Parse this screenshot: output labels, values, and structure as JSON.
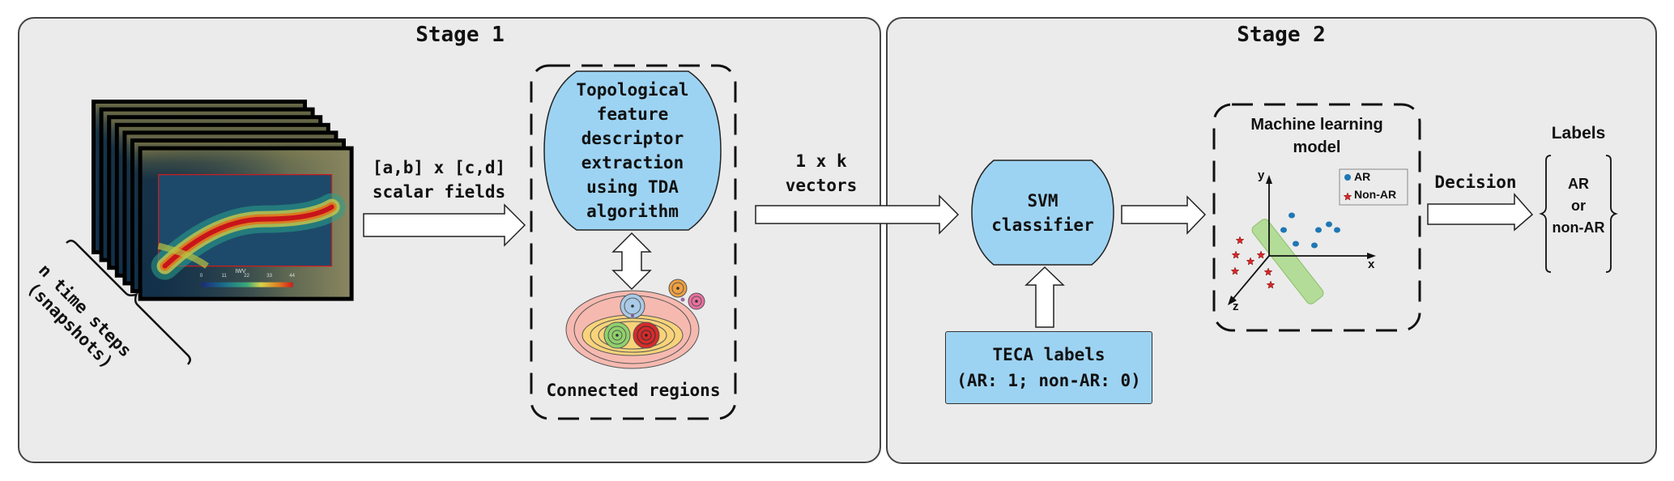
{
  "stage1": {
    "title": "Stage 1",
    "snapshots": {
      "count_label_line1": "n time steps",
      "count_label_line2": "(snapshots)",
      "colorbar_title": "IWV",
      "colorbar_ticks": [
        "0",
        "11",
        "22",
        "33",
        "44"
      ],
      "frame_count": 7
    },
    "input_arrow_label": [
      "[a,b] x [c,d]",
      "scalar fields"
    ],
    "tda_box": {
      "lines": [
        "Topological",
        "feature",
        "descriptor",
        "extraction",
        "using TDA",
        "algorithm"
      ],
      "caption": "Connected regions"
    }
  },
  "connector_label": [
    "1 x k",
    "vectors"
  ],
  "stage2": {
    "title": "Stage 2",
    "svm": [
      "SVM",
      "classifier"
    ],
    "teca": [
      "TECA labels",
      "(AR: 1; non-AR: 0)"
    ],
    "ml_model": {
      "title": [
        "Machine learning",
        "model"
      ],
      "legend": [
        {
          "marker": "circle",
          "label": "AR",
          "color": "#1f77b4"
        },
        {
          "marker": "star",
          "label": "Non-AR",
          "color": "#d62728"
        }
      ],
      "axes": [
        "x",
        "y",
        "z"
      ]
    },
    "decision_label": "Decision",
    "labels": {
      "title": "Labels",
      "lines": [
        "AR",
        "or",
        "non-AR"
      ]
    }
  },
  "colors": {
    "panel_bg": "#ebebeb",
    "box_blue": "#9dd3f2",
    "hyperplane_green": "#a9d98a"
  }
}
